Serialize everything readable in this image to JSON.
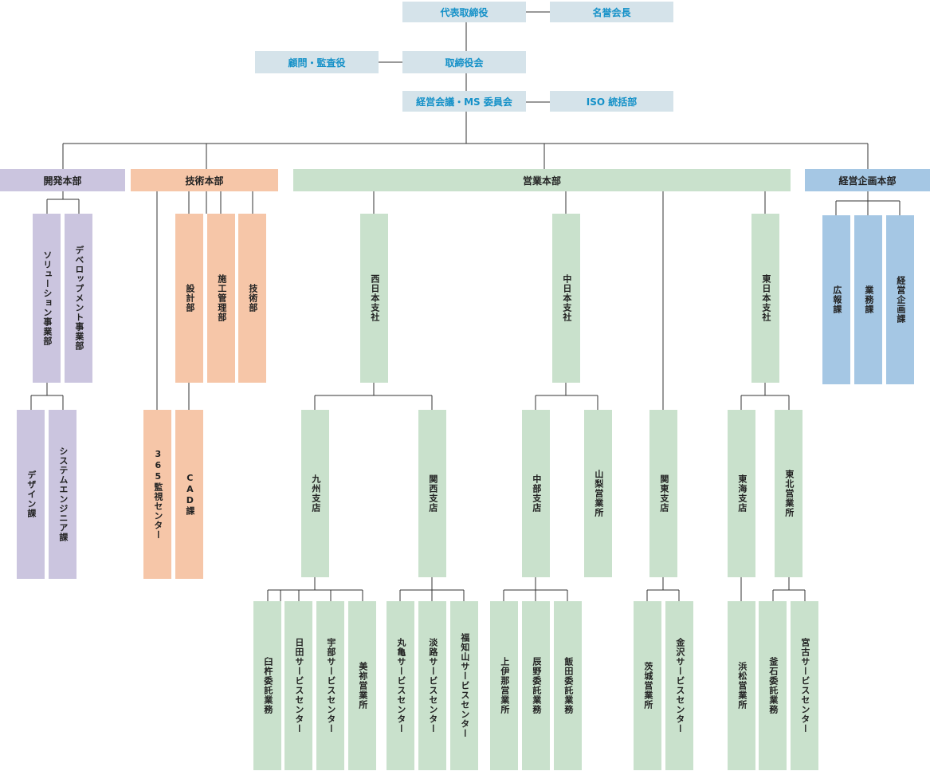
{
  "top": {
    "ceo": "代表取締役",
    "honorary": "名誉会長",
    "board": "取締役会",
    "advisor": "顧問・監査役",
    "management": "経営会議・MS 委員会",
    "iso": "ISO 統括部"
  },
  "divisions": {
    "dev": {
      "label": "開発本部",
      "units": [
        "ソリューション事業部",
        "デベロップメント事業部"
      ],
      "sections": [
        "デザイン課",
        "システムエンジニア課"
      ]
    },
    "tech": {
      "label": "技術本部",
      "units": [
        "設計部",
        "施工管理部",
        "技術部"
      ],
      "monitoring": "365監視センター",
      "cad": "CAD課"
    },
    "sales": {
      "label": "営業本部",
      "west": {
        "label": "西日本支社",
        "kyushu": "九州支店",
        "kansai": "関西支店",
        "kyushu_offices": [
          "臼杵委託業務",
          "日田サービスセンター",
          "宇部サービスセンター",
          "美祢営業所"
        ],
        "kansai_offices": [
          "丸亀サービスセンター",
          "淡路サービスセンター",
          "福知山サービスセンター"
        ]
      },
      "central": {
        "label": "中日本支社",
        "chubu": "中部支店",
        "yamanashi": "山梨営業所",
        "chubu_offices": [
          "上伊那営業所",
          "辰野委託業務",
          "飯田委託業務"
        ]
      },
      "kanto": {
        "label": "関東支店",
        "offices": [
          "茨城営業所",
          "金沢サービスセンター"
        ]
      },
      "east": {
        "label": "東日本支社",
        "tokai": "東海支店",
        "tohoku": "東北営業所",
        "tokai_office": "浜松営業所",
        "tohoku_offices": [
          "釜石委託業務",
          "宮古サービスセンター"
        ]
      }
    },
    "plan": {
      "label": "経営企画本部",
      "units": [
        "広報課",
        "業務課",
        "経営企画課"
      ]
    }
  },
  "colors": {
    "top_fill": "#d5e3ea",
    "top_text": "#1591c8",
    "dev": "#cbc5df",
    "tech": "#f6c6a8",
    "sales": "#c9e1cc",
    "plan": "#a5c7e4",
    "line": "#333333"
  }
}
